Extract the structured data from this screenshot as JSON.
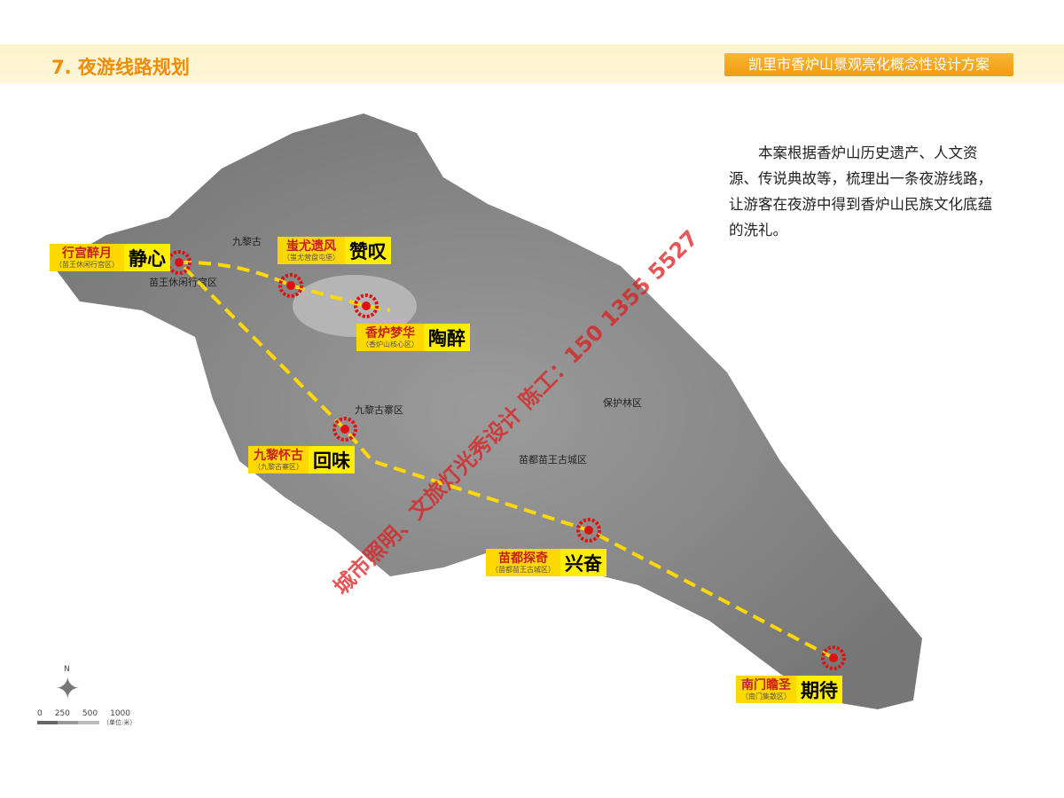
{
  "header": {
    "title": "7. 夜游线路规划",
    "project": "凯里市香炉山景观亮化概念性设计方案"
  },
  "description": "本案根据香炉山历史遗产、人文资源、传说典故等，梳理出一条夜游线路，让游客在夜游中得到香炉山民族文化底蕴的洗礼。",
  "stops": [
    {
      "name": "行宫醉月",
      "sub": "（苗王休闲行宫区）",
      "mood": "静心"
    },
    {
      "name": "蚩尤遗风",
      "sub": "（蚩尤营盘屯堡）",
      "mood": "赞叹"
    },
    {
      "name": "香炉梦华",
      "sub": "（香炉山核心区）",
      "mood": "陶醉"
    },
    {
      "name": "九黎怀古",
      "sub": "（九黎古寨区）",
      "mood": "回味"
    },
    {
      "name": "苗都探奇",
      "sub": "（苗都苗王古城区）",
      "mood": "兴奋"
    },
    {
      "name": "南门瞻圣",
      "sub": "（南门集散区）",
      "mood": "期待"
    }
  ],
  "map_labels": [
    "苗王休闲行宫区",
    "九黎古寨区",
    "苗都苗王古城区",
    "保护林区",
    "九黎古"
  ],
  "watermark": "城市照明、文旅灯光秀设计 陈工：150 1355 5527",
  "compass": {
    "north": "N",
    "scale": [
      "0",
      "250",
      "500",
      "1000"
    ],
    "unit": "（单位:米）"
  },
  "colors": {
    "route": "#ffd800",
    "accent": "#f08c00",
    "node": "#e01010"
  }
}
